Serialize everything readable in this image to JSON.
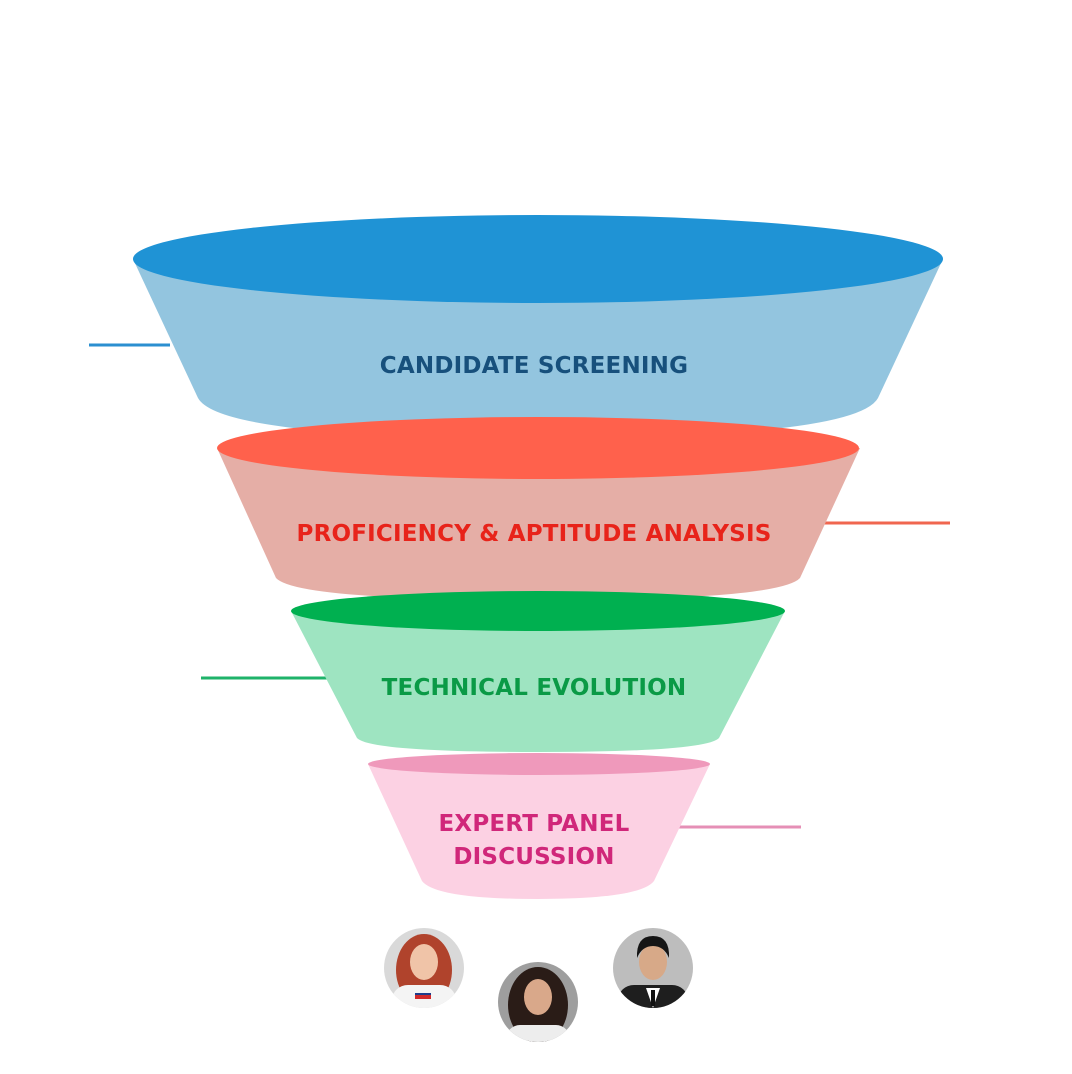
{
  "stages": [
    {
      "id": "screening",
      "label": "CANDIDATE SCREENING",
      "rim_color": "#1F93D5",
      "body_color": "#93C5DF",
      "text_color": "#17507C",
      "line_color": "#2B8FD0",
      "line_side": "left"
    },
    {
      "id": "proficiency",
      "label": "PROFICIENCY & APTITUDE ANALYSIS",
      "rim_color": "#FF614C",
      "body_color": "#E5AEA6",
      "text_color": "#E8231A",
      "line_color": "#F0664F",
      "line_side": "right"
    },
    {
      "id": "technical",
      "label": "TECHNICAL EVOLUTION",
      "rim_color": "#00B050",
      "body_color": "#9EE4C1",
      "text_color": "#0A9A46",
      "line_color": "#1FB36A",
      "line_side": "left"
    },
    {
      "id": "panel",
      "label_lines": [
        "EXPERT PANEL",
        "DISCUSSION"
      ],
      "rim_color": "#EF99BB",
      "body_color": "#FCD1E3",
      "text_color": "#D0277A",
      "line_color": "#E58FB6",
      "line_side": "right"
    }
  ],
  "avatars": [
    {
      "name": "red-haired woman",
      "icon": "person-avatar",
      "bg": "#D9D9D9",
      "hair": "#B0432C",
      "skin": "#F0C4A8",
      "shirt": "#F4F4F4"
    },
    {
      "name": "dark-haired woman",
      "icon": "person-avatar",
      "bg": "#9E9E9E",
      "hair": "#2A1C17",
      "skin": "#D9A88A",
      "shirt": "#EDEDED"
    },
    {
      "name": "man in suit",
      "icon": "person-avatar",
      "bg": "#BDBDBD",
      "hair": "#151515",
      "skin": "#D7A988",
      "shirt": "#1E1E1E"
    }
  ]
}
